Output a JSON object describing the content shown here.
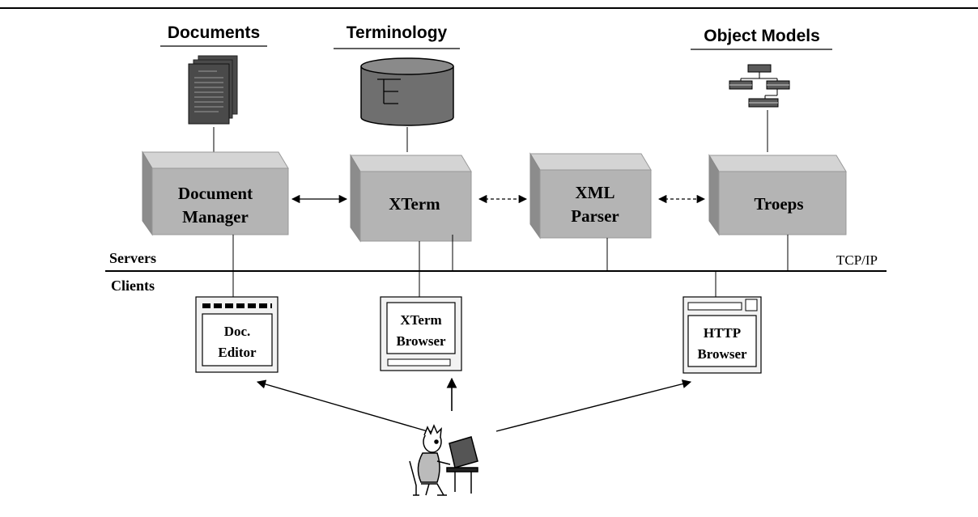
{
  "headers": {
    "documents": "Documents",
    "terminology": "Terminology",
    "object_models": "Object Models"
  },
  "servers": {
    "document_manager": [
      "Document",
      "Manager"
    ],
    "xterm": [
      "XTerm"
    ],
    "xml_parser": [
      "XML",
      "Parser"
    ],
    "troeps": [
      "Troeps"
    ]
  },
  "network": {
    "servers_label": "Servers",
    "clients_label": "Clients",
    "protocol_label": "TCP/IP"
  },
  "clients": {
    "doc_editor": [
      "Doc.",
      "Editor"
    ],
    "xterm_browser": [
      "XTerm",
      "Browser"
    ],
    "http_browser": [
      "HTTP",
      "Browser"
    ]
  },
  "colors": {
    "box_front": "#b4b4b4",
    "box_top": "#d4d4d4",
    "box_side": "#8c8c8c",
    "document_fill": "#4a4a4a",
    "cylinder_fill": "#6f6f6f",
    "cylinder_top": "#8a8a8a",
    "window_bg": "#f2f2f2",
    "model_box": "#5a5a5a"
  }
}
